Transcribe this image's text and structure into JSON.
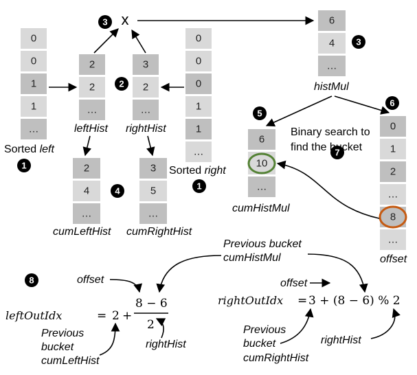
{
  "sorted_left": {
    "cells": [
      "0",
      "0",
      "1",
      "1",
      "…"
    ],
    "label_prefix": "Sorted ",
    "label_italic": "left"
  },
  "sorted_right": {
    "cells": [
      "0",
      "0",
      "0",
      "1",
      "1",
      "…"
    ],
    "label_prefix": "Sorted ",
    "label_italic": "right"
  },
  "left_hist": {
    "cells": [
      "2",
      "2",
      "…"
    ],
    "label": "leftHist"
  },
  "right_hist": {
    "cells": [
      "3",
      "2",
      "…"
    ],
    "label": "rightHist"
  },
  "cum_left_hist": {
    "cells": [
      "2",
      "4",
      "…"
    ],
    "label": "cumLeftHist"
  },
  "cum_right_hist": {
    "cells": [
      "3",
      "5",
      "…"
    ],
    "label": "cumRightHist"
  },
  "hist_mul": {
    "cells": [
      "6",
      "4",
      "…"
    ],
    "label": "histMul"
  },
  "cum_hist_mul": {
    "cells": [
      "6",
      "10",
      "…"
    ],
    "label": "cumHistMul"
  },
  "offset_col": {
    "cells": [
      "0",
      "1",
      "2",
      "…",
      "8",
      "…"
    ],
    "label": "offset"
  },
  "multiply_symbol": "x",
  "binary_search": {
    "line1": "Binary search to",
    "line2": "find the bucket"
  },
  "steps": [
    "1",
    "2",
    "3",
    "4",
    "5",
    "6",
    "7",
    "8"
  ],
  "formula_left": {
    "lhs": "leftOutIdx",
    "eq": "=",
    "base": "2",
    "plus": "+",
    "numerator": "8 − 6",
    "denominator": "2"
  },
  "formula_right": {
    "lhs": "rightOutIdx",
    "eq": "=",
    "expr": "3 + (8 − 6) % 2"
  },
  "annotations": {
    "offset_left": "offset",
    "offset_right": "offset",
    "prev_bucket_mul_l1": "Previous bucket",
    "prev_bucket_mul_l2": "cumHistMul",
    "prev_left_l1": "Previous",
    "prev_left_l2": "bucket",
    "prev_left_l3": "cumLeftHist",
    "prev_right_l1": "Previous",
    "prev_right_l2": "bucket",
    "prev_right_l3": "cumRightHist",
    "right_hist_left": "rightHist",
    "right_hist_right": "rightHist"
  },
  "colors": {
    "cell_light": "#d9d9d9",
    "cell_dark": "#bfbfbf",
    "circle_green": "#548235",
    "circle_orange": "#c55a11"
  }
}
